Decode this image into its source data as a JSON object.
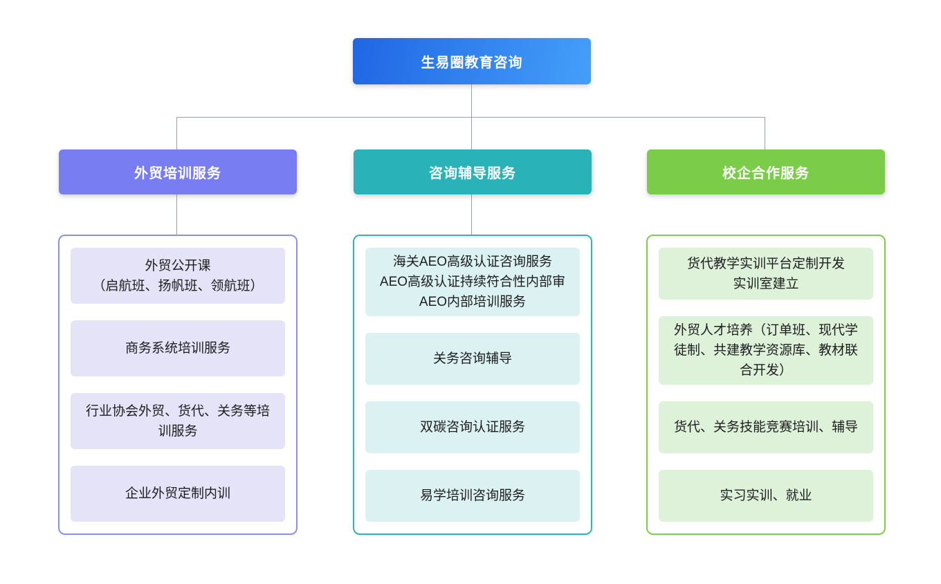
{
  "root": {
    "label": "生易圈教育咨询",
    "colors": {
      "gradient_from": "#2066e4",
      "gradient_to": "#449ff9"
    }
  },
  "connector_color": "#98a0a8",
  "branches": [
    {
      "label": "外贸培训服务",
      "colors": {
        "header_bg": "#787ef2",
        "border": "#8a8ff4",
        "item_bg": "#e4e3f8"
      },
      "items": [
        "外贸公开课\n（启航班、扬帆班、领航班）",
        "商务系统培训服务",
        "行业协会外贸、货代、关务等培\n训服务",
        "企业外贸定制内训"
      ]
    },
    {
      "label": "咨询辅导服务",
      "colors": {
        "header_bg": "#29b3b8",
        "border": "#2ab5ba",
        "item_bg": "#dcf1f1"
      },
      "items": [
        "海关AEO高级认证咨询服务\nAEO高级认证持续符合性内部审\nAEO内部培训服务",
        "关务咨询辅导",
        "双碳咨询认证服务",
        "易学培训咨询服务"
      ]
    },
    {
      "label": "校企合作服务",
      "colors": {
        "header_bg": "#7bcd49",
        "border": "#7ccd49",
        "item_bg": "#def2da"
      },
      "items": [
        "货代教学实训平台定制开发\n实训室建立",
        "外贸人才培养（订单班、现代学\n徒制、共建教学资源库、教材联\n合开发）",
        "货代、关务技能竞赛培训、辅导",
        "实习实训、就业"
      ]
    }
  ]
}
